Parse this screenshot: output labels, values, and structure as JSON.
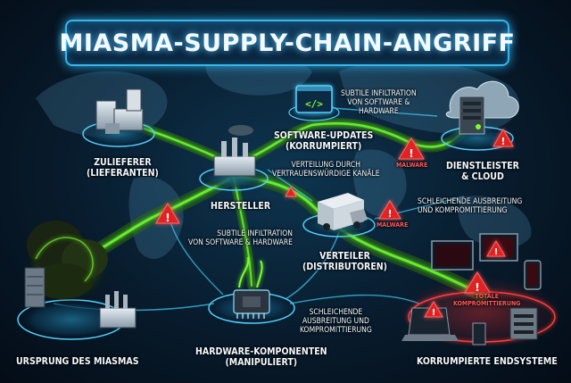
{
  "title": "MIASMA-SUPPLY-CHAIN-ANGRIFF",
  "nodes": {
    "origin": {
      "label": "URSPRUNG DES MIASMAS"
    },
    "supplier": {
      "line1": "ZULIEFERER",
      "line2": "(LIEFERANTEN)"
    },
    "manufacturer": {
      "label": "HERSTELLER"
    },
    "software": {
      "line1": "SOFTWARE-UPDATES",
      "line2": "(KORRUMPIERT)"
    },
    "distributor": {
      "line1": "VERTEILER",
      "line2": "(DISTRIBUTOREN)"
    },
    "hardware": {
      "line1": "HARDWARE-KOMPONENTEN",
      "line2": "(MANIPULIERT)"
    },
    "cloud": {
      "line1": "DIENSTLEISTER",
      "line2": "& CLOUD"
    },
    "endpoints": {
      "label": "KORRUMPIERTE ENDSYSTEME"
    }
  },
  "annotations": {
    "infiltration_top": {
      "line1": "SUBTILE INFILTRATION",
      "line2": "VON SOFTWARE &",
      "line3": "HARDWARE"
    },
    "trusted_channels": {
      "line1": "VERTEILUNG DURCH",
      "line2": "VERTRAUENSWÜRDIGE KANÄLE"
    },
    "spread_right": {
      "line1": "SCHLEICHENDE AUSBREITUNG",
      "line2": "UND KOMPROMITTIERUNG"
    },
    "infiltration_mid": {
      "line1": "SUBTILE INFILTRATION",
      "line2": "VON SOFTWARE & HARDWARE"
    },
    "spread_bottom": {
      "line1": "SCHLEICHENDE",
      "line2": "AUSBREITUNG UND",
      "line3": "KOMPROMITTIERUNG"
    },
    "malware_1": "MALWARE",
    "malware_2": "MALWARE",
    "total_compromise": {
      "line1": "TOTALE",
      "line2": "KOMPROMITTIERUNG"
    }
  },
  "icons": [
    "factory-icon",
    "code-window-icon",
    "server-cloud-icon",
    "truck-icon",
    "chip-icon",
    "server-rack-icon",
    "laptop-icon",
    "monitor-icon",
    "phone-icon",
    "warning-icon",
    "smoke-icon"
  ],
  "colors": {
    "accent": "#38b6e8",
    "toxic": "#7bff2a",
    "danger": "#ff2b2b",
    "background": "#081b2c"
  }
}
